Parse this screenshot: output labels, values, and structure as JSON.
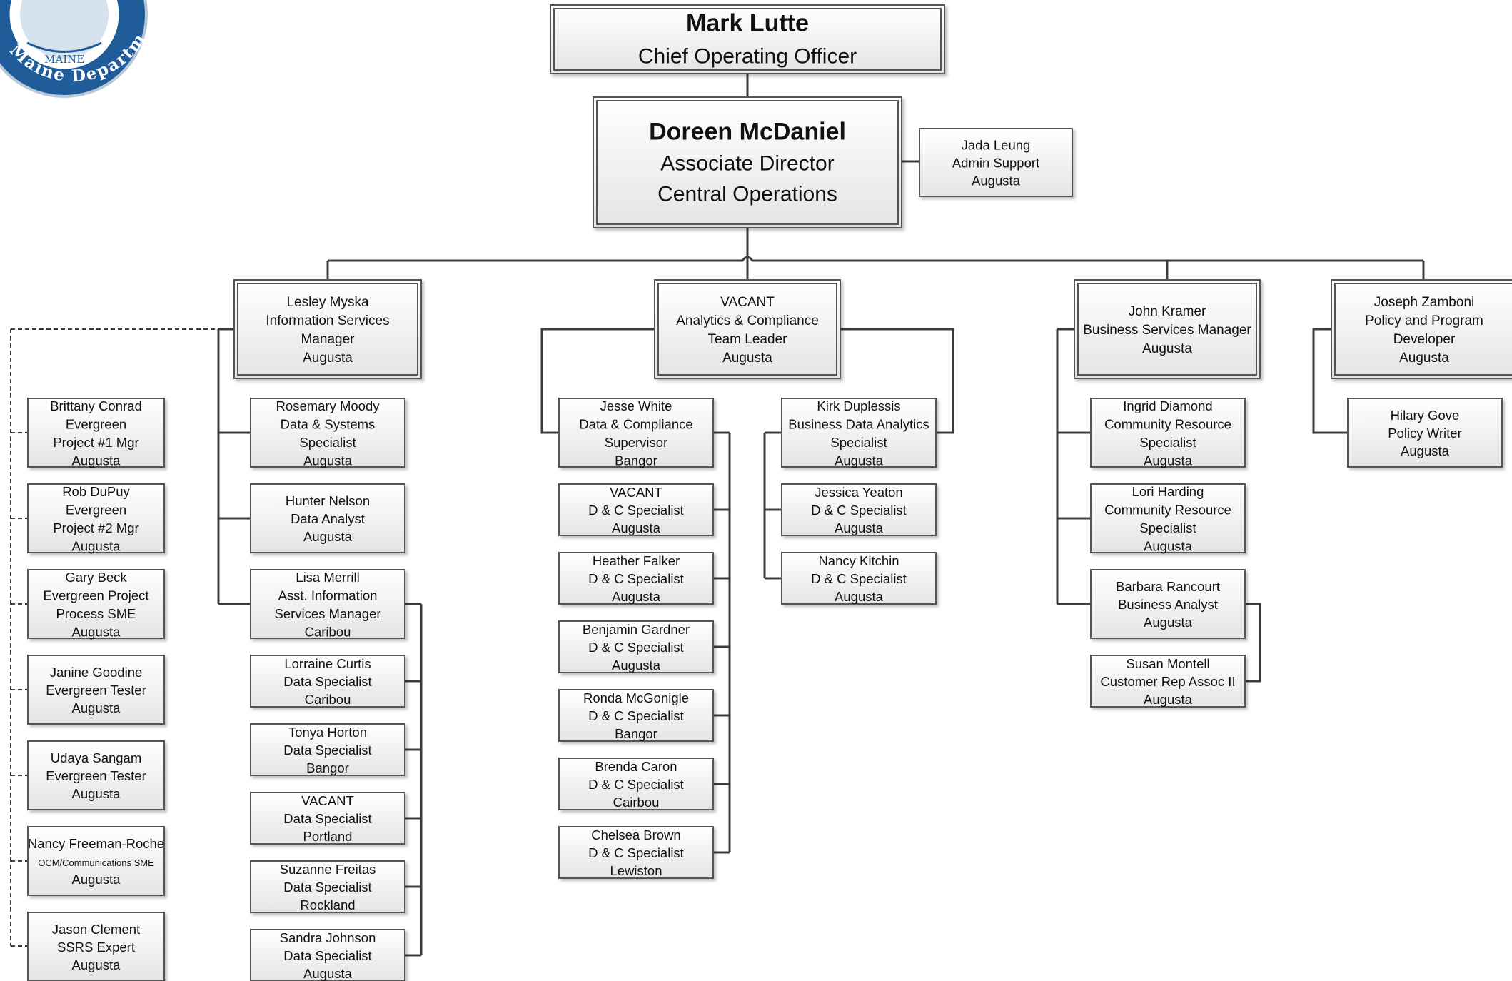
{
  "seal": {
    "text_arc": "Maine Department of Health and Human Services",
    "inner_text": "MAINE"
  },
  "colors": {
    "line": "#3c3c3c",
    "box_border": "#555555",
    "box_fill_top": "#ffffff",
    "box_fill_bottom": "#e6e6e6",
    "text": "#111111",
    "seal_blue": "#1f5c99"
  },
  "nodes": [
    {
      "id": "coo",
      "lines": [
        "Mark Lutte",
        "Chief Operating Officer"
      ]
    },
    {
      "id": "director",
      "lines": [
        "Doreen McDaniel",
        "Associate Director",
        "Central Operations"
      ]
    },
    {
      "id": "admin",
      "lines": [
        "Jada Leung",
        "Admin Support",
        "Augusta"
      ]
    },
    {
      "id": "myska",
      "lines": [
        "Lesley Myska",
        "Information Services",
        "Manager",
        "Augusta"
      ]
    },
    {
      "id": "vacant-lead",
      "lines": [
        "VACANT",
        "Analytics & Compliance",
        "Team Leader",
        "Augusta"
      ]
    },
    {
      "id": "kramer",
      "lines": [
        "John Kramer",
        "Business Services  Manager",
        "Augusta"
      ]
    },
    {
      "id": "zamboni",
      "lines": [
        "Joseph Zamboni",
        "Policy and Program",
        "Developer",
        "Augusta"
      ]
    },
    {
      "id": "conrad",
      "lines": [
        "Brittany Conrad",
        "Evergreen",
        "Project #1 Mgr",
        "Augusta"
      ]
    },
    {
      "id": "dupuy",
      "lines": [
        "Rob DuPuy",
        "Evergreen",
        "Project #2 Mgr",
        "Augusta"
      ]
    },
    {
      "id": "beck",
      "lines": [
        "Gary Beck",
        "Evergreen Project",
        "Process SME",
        "Augusta"
      ]
    },
    {
      "id": "goodine",
      "lines": [
        "Janine Goodine",
        "Evergreen Tester",
        "Augusta"
      ]
    },
    {
      "id": "sangam",
      "lines": [
        "Udaya Sangam",
        "Evergreen Tester",
        "Augusta"
      ]
    },
    {
      "id": "freeman",
      "lines": [
        "Nancy Freeman-Roche",
        "OCM/Communications SME",
        "Augusta"
      ]
    },
    {
      "id": "clement",
      "lines": [
        "Jason Clement",
        "SSRS Expert",
        "Augusta"
      ]
    },
    {
      "id": "moody",
      "lines": [
        "Rosemary Moody",
        "Data & Systems",
        "Specialist",
        "Augusta"
      ]
    },
    {
      "id": "nelson",
      "lines": [
        "Hunter Nelson",
        "Data Analyst",
        "Augusta"
      ]
    },
    {
      "id": "merrill",
      "lines": [
        "Lisa Merrill",
        "Asst. Information",
        "Services Manager",
        "Caribou"
      ]
    },
    {
      "id": "curtis",
      "lines": [
        "Lorraine Curtis",
        "Data Specialist",
        "Caribou"
      ]
    },
    {
      "id": "horton",
      "lines": [
        "Tonya Horton",
        "Data Specialist",
        "Bangor"
      ]
    },
    {
      "id": "vacant-portland",
      "lines": [
        "VACANT",
        "Data Specialist",
        "Portland"
      ]
    },
    {
      "id": "freitas",
      "lines": [
        "Suzanne Freitas",
        "Data Specialist",
        "Rockland"
      ]
    },
    {
      "id": "johnson",
      "lines": [
        "Sandra Johnson",
        "Data Specialist",
        "Augusta"
      ]
    },
    {
      "id": "white",
      "lines": [
        "Jesse White",
        "Data & Compliance",
        "Supervisor",
        "Bangor"
      ]
    },
    {
      "id": "vacant-augusta",
      "lines": [
        "VACANT",
        "D & C Specialist",
        "Augusta"
      ]
    },
    {
      "id": "falker",
      "lines": [
        "Heather Falker",
        "D & C Specialist",
        "Augusta"
      ]
    },
    {
      "id": "gardner",
      "lines": [
        "Benjamin Gardner",
        "D & C Specialist",
        "Augusta"
      ]
    },
    {
      "id": "mcgonigle",
      "lines": [
        "Ronda McGonigle",
        "D & C Specialist",
        "Bangor"
      ]
    },
    {
      "id": "caron",
      "lines": [
        "Brenda Caron",
        "D & C Specialist",
        "Cairbou"
      ]
    },
    {
      "id": "brown",
      "lines": [
        "Chelsea Brown",
        "D & C Specialist",
        "Lewiston"
      ]
    },
    {
      "id": "duplessis",
      "lines": [
        "Kirk Duplessis",
        "Business Data Analytics",
        "Specialist",
        "Augusta"
      ]
    },
    {
      "id": "yeaton",
      "lines": [
        "Jessica Yeaton",
        "D & C Specialist",
        "Augusta"
      ]
    },
    {
      "id": "kitchin",
      "lines": [
        "Nancy Kitchin",
        "D & C Specialist",
        "Augusta"
      ]
    },
    {
      "id": "diamond",
      "lines": [
        "Ingrid Diamond",
        "Community Resource",
        "Specialist",
        "Augusta"
      ]
    },
    {
      "id": "harding",
      "lines": [
        "Lori Harding",
        "Community Resource",
        "Specialist",
        "Augusta"
      ]
    },
    {
      "id": "rancourt",
      "lines": [
        "Barbara Rancourt",
        "Business Analyst",
        "Augusta"
      ]
    },
    {
      "id": "montell",
      "lines": [
        "Susan Montell",
        "Customer Rep Assoc II",
        "Augusta"
      ]
    },
    {
      "id": "gove",
      "lines": [
        "Hilary Gove",
        "Policy Writer",
        "Augusta"
      ]
    }
  ]
}
